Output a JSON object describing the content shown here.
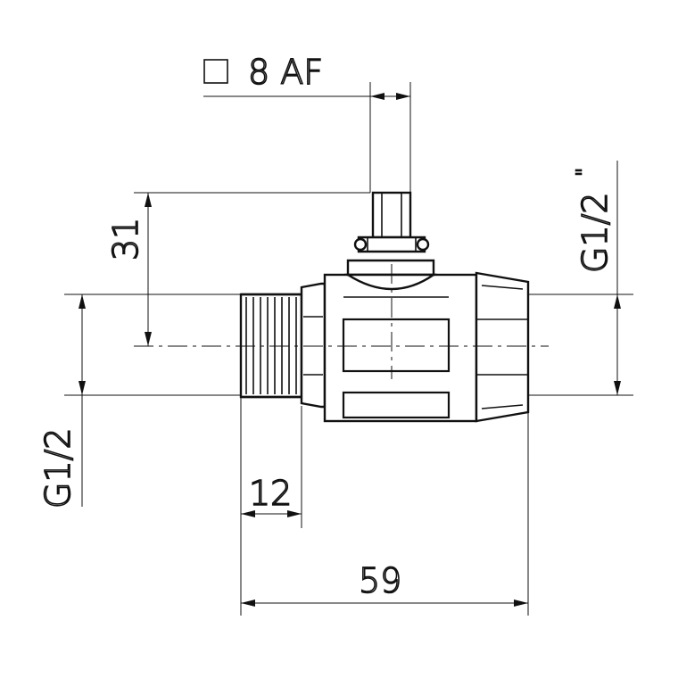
{
  "dimensions": {
    "wrench_size": "8 AF",
    "stem_height": "31",
    "thread_left_main": "G1/2",
    "thread_right_main": "G1/2",
    "thread_right_mark": "\"",
    "thread_length": "12",
    "overall_length": "59"
  },
  "icons": {
    "wrench_square": "square-icon"
  }
}
